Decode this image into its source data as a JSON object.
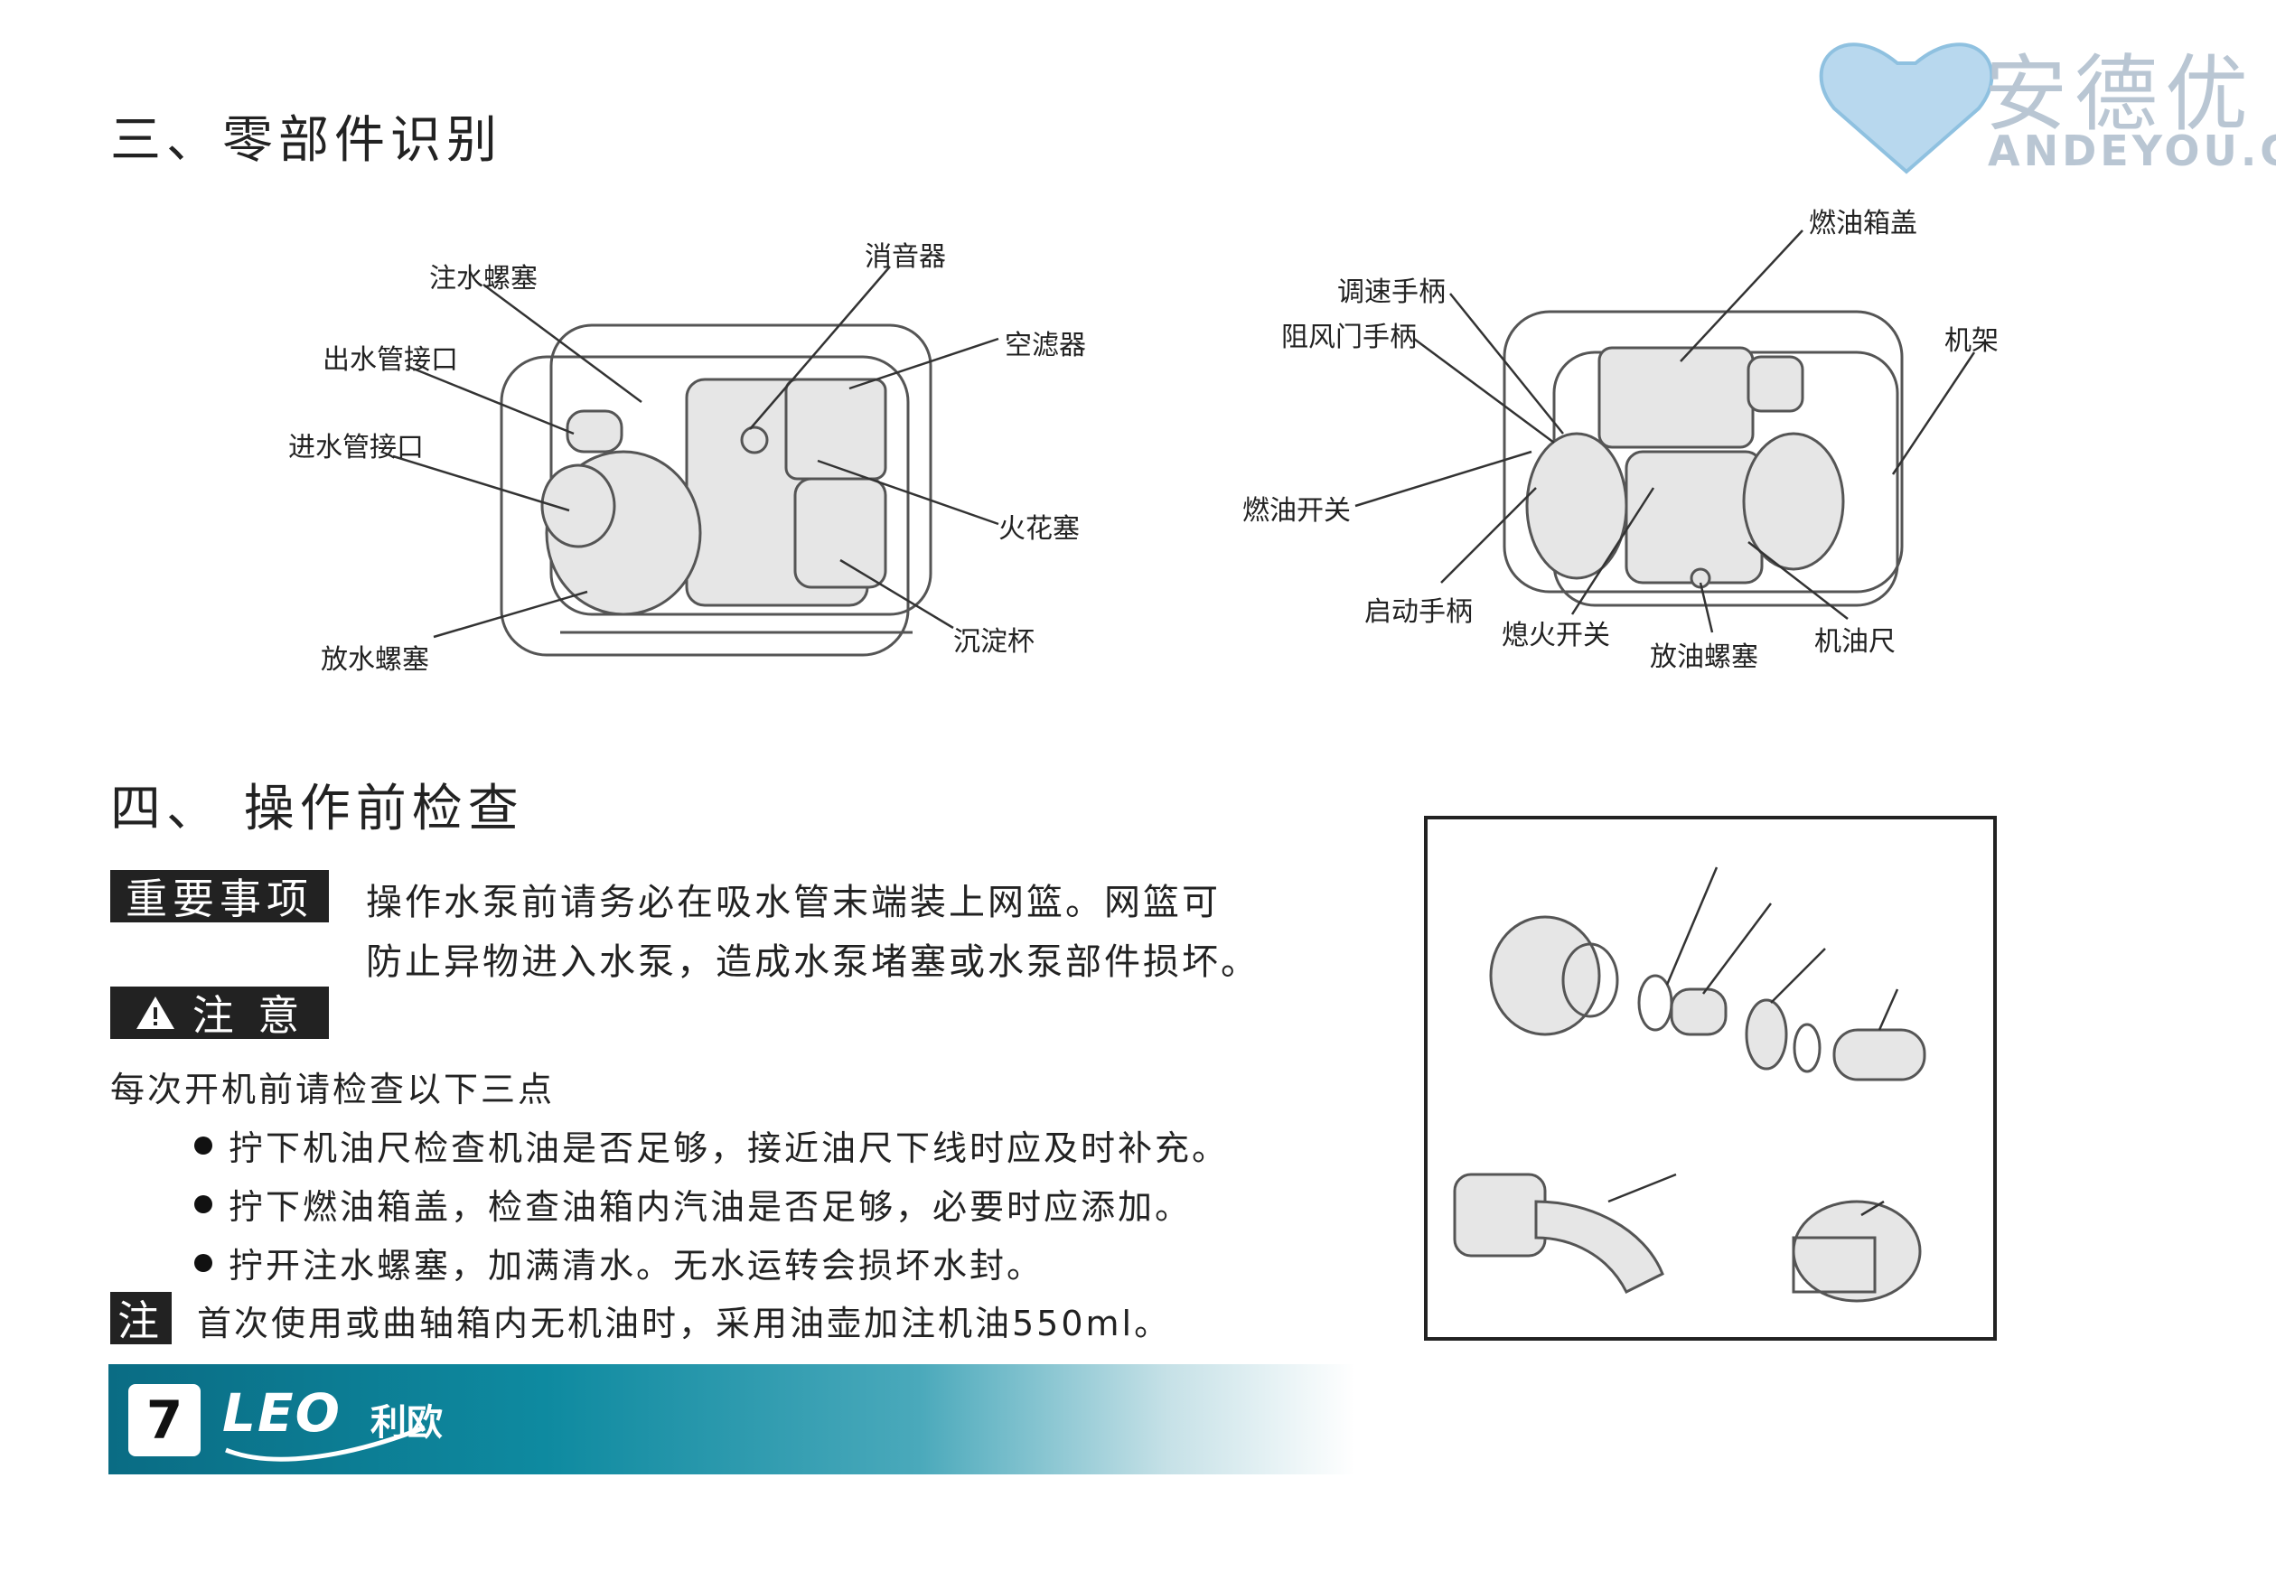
{
  "watermark": {
    "text_cn": "安德优",
    "text_en": "ANDEYOU.CN"
  },
  "section3": {
    "heading": "三、零部件识别",
    "left_labels": {
      "water_fill_plug": "注水螺塞",
      "muffler": "消音器",
      "outlet_connector": "出水管接口",
      "air_filter": "空滤器",
      "inlet_connector": "进水管接口",
      "spark_plug": "火花塞",
      "drain_plug": "放水螺塞",
      "sediment_cup": "沉淀杯"
    },
    "right_labels": {
      "fuel_tank_cap": "燃油箱盖",
      "throttle_lever": "调速手柄",
      "choke_lever": "阻风门手柄",
      "frame": "机架",
      "fuel_switch": "燃油开关",
      "starter_handle": "启动手柄",
      "engine_switch": "熄火开关",
      "oil_drain_plug": "放油螺塞",
      "dipstick": "机油尺"
    }
  },
  "section4": {
    "heading": "四、 操作前检查",
    "important_tag": "重要事项",
    "important_line1": "操作水泵前请务必在吸水管末端装上网篮。网篮可",
    "important_line2": "防止异物进入水泵，造成水泵堵塞或水泵部件损坏。",
    "caution_tag": "注 意",
    "check_intro": "每次开机前请检查以下三点",
    "bullets": [
      "拧下机油尺检查机油是否足够，接近油尺下线时应及时补充。",
      "拧下燃油箱盖，检查油箱内汽油是否足够，必要时应添加。",
      "拧开注水螺塞，加满清水。无水运转会损坏水封。"
    ],
    "note_tag": "注",
    "note_text": "首次使用或曲轴箱内无机油时，采用油壶加注机油550ml。"
  },
  "footer": {
    "page_number": "7",
    "brand_en": "LEO",
    "brand_cn": "利欧"
  }
}
